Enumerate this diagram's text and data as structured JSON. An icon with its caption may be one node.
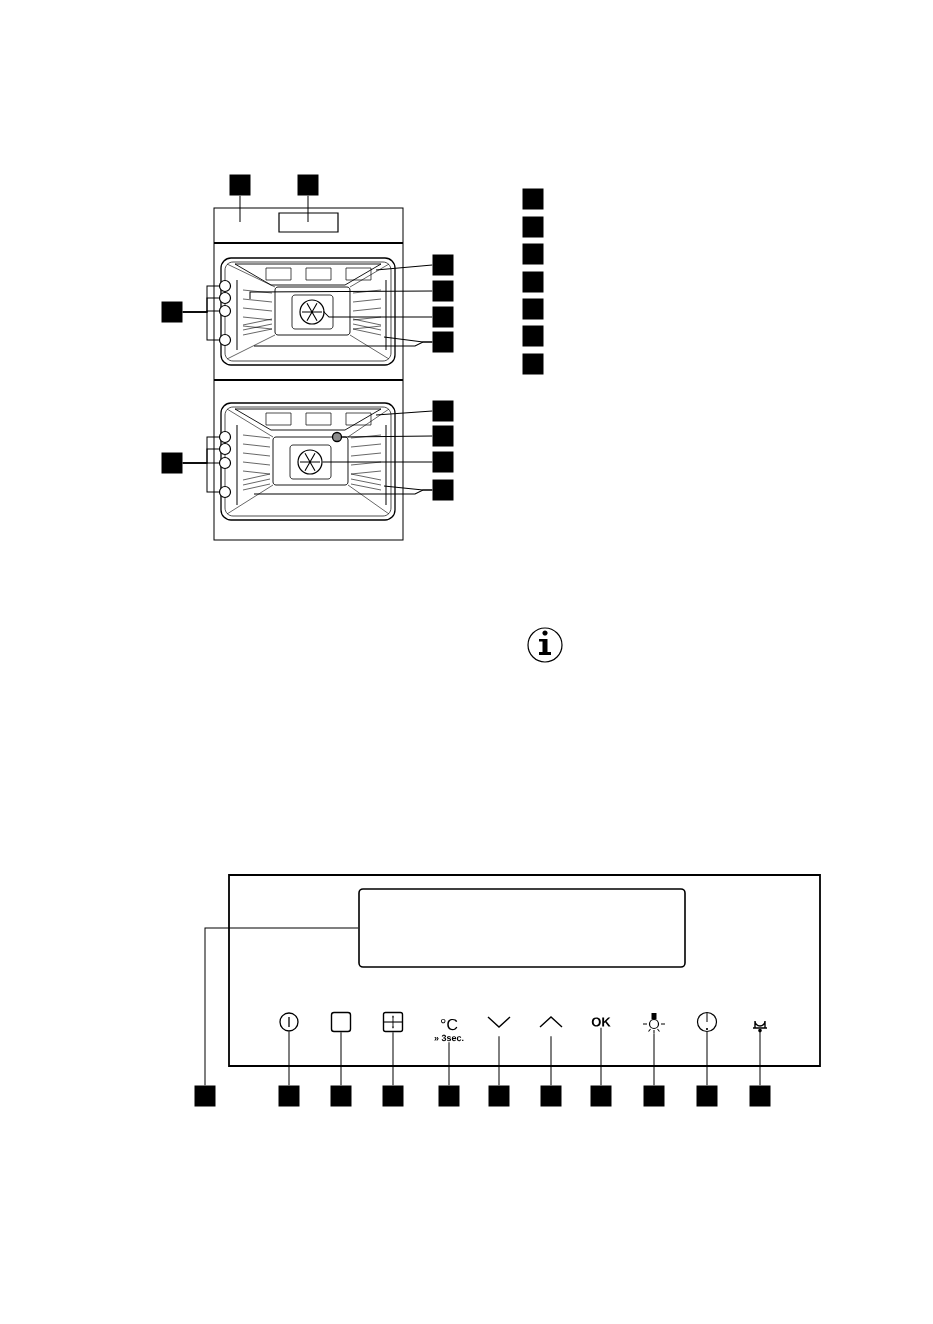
{
  "diagram": {
    "nodes": [
      {
        "text": [],
        "shape": "box"
      },
      {
        "text": [],
        "shape": "box"
      },
      {
        "text": [],
        "shape": "box"
      },
      {
        "text": [],
        "shape": "box"
      },
      {
        "text": [],
        "shape": "box"
      },
      {
        "text": [],
        "shape": "box"
      },
      {
        "text": [],
        "shape": "box"
      },
      {
        "text": [],
        "shape": "box"
      },
      {
        "text": [],
        "shape": "box"
      },
      {
        "text": [],
        "shape": "box"
      },
      {
        "text": [],
        "shape": "box"
      },
      {
        "text": [],
        "shape": "box"
      },
      {
        "text": [],
        "shape": "box"
      },
      {
        "text": [],
        "shape": "box"
      },
      {
        "text": [],
        "shape": "box"
      },
      {
        "text": [],
        "shape": "box"
      },
      {
        "text": [],
        "shape": "box"
      },
      {
        "text": [],
        "shape": "box"
      },
      {
        "text": [],
        "shape": "box"
      },
      {
        "text": [],
        "shape": "box"
      },
      {
        "text": [],
        "shape": "circle"
      },
      {
        "text": [],
        "shape": "box"
      },
      {
        "text": [],
        "shape": "box"
      },
      {
        "text": [
          "°C",
          "» 3sec."
        ]
      },
      {
        "text": [],
        "shape": "chevron"
      },
      {
        "text": [],
        "shape": "chevron"
      },
      {
        "text": [
          "OK"
        ]
      },
      {
        "text": [],
        "shape": "lamp"
      },
      {
        "text": [],
        "shape": "circle"
      },
      {
        "text": [],
        "shape": "bell"
      },
      {
        "text": [],
        "shape": "box"
      },
      {
        "text": [],
        "shape": "box"
      },
      {
        "text": [],
        "shape": "box"
      },
      {
        "text": [],
        "shape": "box"
      },
      {
        "text": [],
        "shape": "box"
      },
      {
        "text": [],
        "shape": "box"
      },
      {
        "text": [],
        "shape": "box"
      },
      {
        "text": [],
        "shape": "box"
      },
      {
        "text": [],
        "shape": "box"
      },
      {
        "text": [],
        "shape": "box"
      },
      {
        "text": [],
        "shape": "box"
      },
      {
        "text": [],
        "shape": "circle"
      },
      {
        "text": [],
        "shape": "circle"
      },
      {
        "text": [],
        "shape": "circle"
      },
      {
        "text": [],
        "shape": "circle"
      },
      {
        "text": [],
        "shape": "fan"
      },
      {
        "text": [],
        "shape": "circle"
      },
      {
        "text": [],
        "shape": "circle"
      },
      {
        "text": [],
        "shape": "circle"
      },
      {
        "text": [],
        "shape": "circle"
      },
      {
        "text": [],
        "shape": "fan"
      },
      {
        "text": [],
        "shape": "circle"
      }
    ],
    "edges": [
      {
        "from": 0,
        "to": null,
        "arrow": "none"
      },
      {
        "from": 1,
        "to": null,
        "arrow": "none"
      },
      {
        "from": 2,
        "to": null,
        "arrow": "none"
      },
      {
        "from": 3,
        "to": null,
        "arrow": "none"
      },
      {
        "from": 4,
        "to": 45,
        "arrow": "none"
      },
      {
        "from": 5,
        "to": null,
        "arrow": "none"
      },
      {
        "from": 5,
        "to": null,
        "arrow": "none"
      },
      {
        "from": 6,
        "to": 41,
        "arrow": "none"
      },
      {
        "from": 6,
        "to": 42,
        "arrow": "none"
      },
      {
        "from": 6,
        "to": 43,
        "arrow": "none"
      },
      {
        "from": 6,
        "to": 44,
        "arrow": "none"
      },
      {
        "from": 7,
        "to": null,
        "arrow": "none"
      },
      {
        "from": 8,
        "to": 51,
        "arrow": "none"
      },
      {
        "from": 9,
        "to": 50,
        "arrow": "none"
      },
      {
        "from": 10,
        "to": null,
        "arrow": "none"
      },
      {
        "from": 10,
        "to": null,
        "arrow": "none"
      },
      {
        "from": 11,
        "to": 46,
        "arrow": "none"
      },
      {
        "from": 11,
        "to": 47,
        "arrow": "none"
      },
      {
        "from": 11,
        "to": 48,
        "arrow": "none"
      },
      {
        "from": 11,
        "to": 49,
        "arrow": "none"
      },
      {
        "from": 30,
        "to": 19,
        "arrow": "none"
      },
      {
        "from": 31,
        "to": 20,
        "arrow": "none"
      },
      {
        "from": 32,
        "to": 21,
        "arrow": "none"
      },
      {
        "from": 33,
        "to": 22,
        "arrow": "none"
      },
      {
        "from": 34,
        "to": 23,
        "arrow": "none"
      },
      {
        "from": 35,
        "to": 24,
        "arrow": "none"
      },
      {
        "from": 36,
        "to": 25,
        "arrow": "none"
      },
      {
        "from": 37,
        "to": 26,
        "arrow": "none"
      },
      {
        "from": 38,
        "to": 27,
        "arrow": "none"
      },
      {
        "from": 39,
        "to": 28,
        "arrow": "none"
      },
      {
        "from": 40,
        "to": 29,
        "arrow": "none"
      }
    ]
  }
}
